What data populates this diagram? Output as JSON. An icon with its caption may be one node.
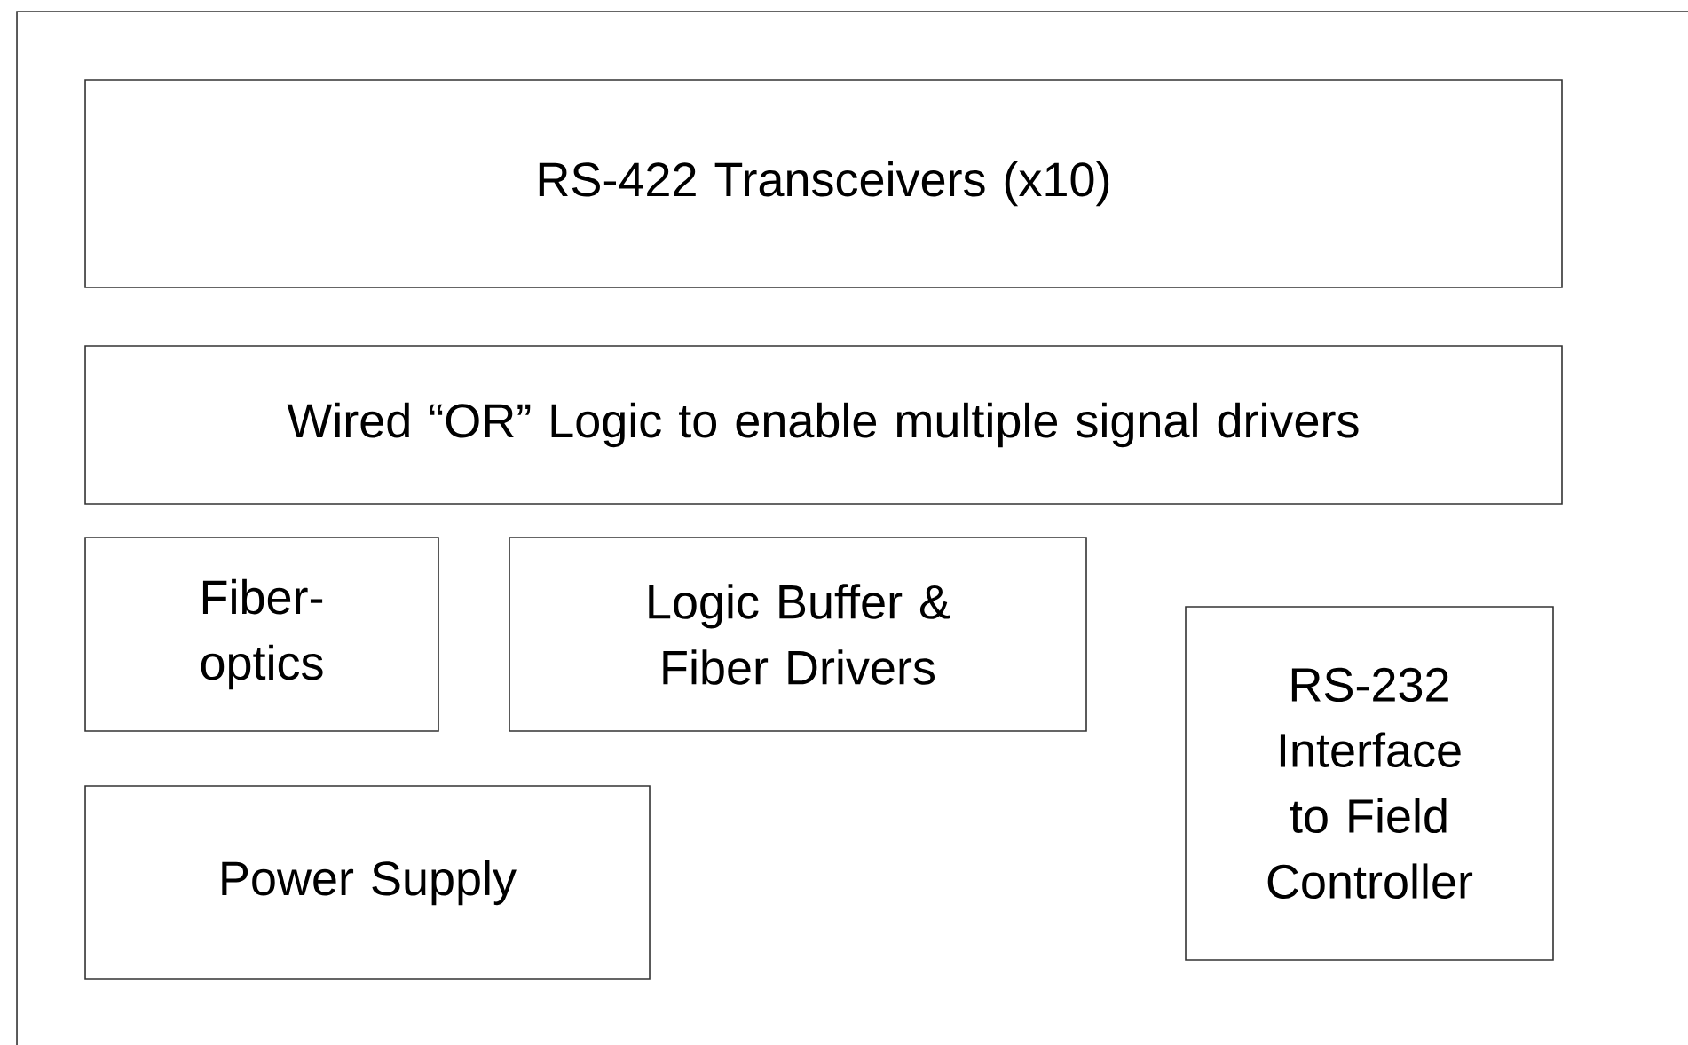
{
  "diagram": {
    "nodes": [
      {
        "text": [
          "RS-422 Transceivers (x10)"
        ]
      },
      {
        "text": [
          "Wired “OR” Logic to enable multiple signal drivers"
        ]
      },
      {
        "text": [
          "Fiber-optics"
        ]
      },
      {
        "text": [
          "Logic Buffer & Fiber Drivers"
        ]
      },
      {
        "text": [
          "RS-232 Interface to Field Controller"
        ]
      },
      {
        "text": [
          "Power Supply"
        ]
      }
    ]
  }
}
